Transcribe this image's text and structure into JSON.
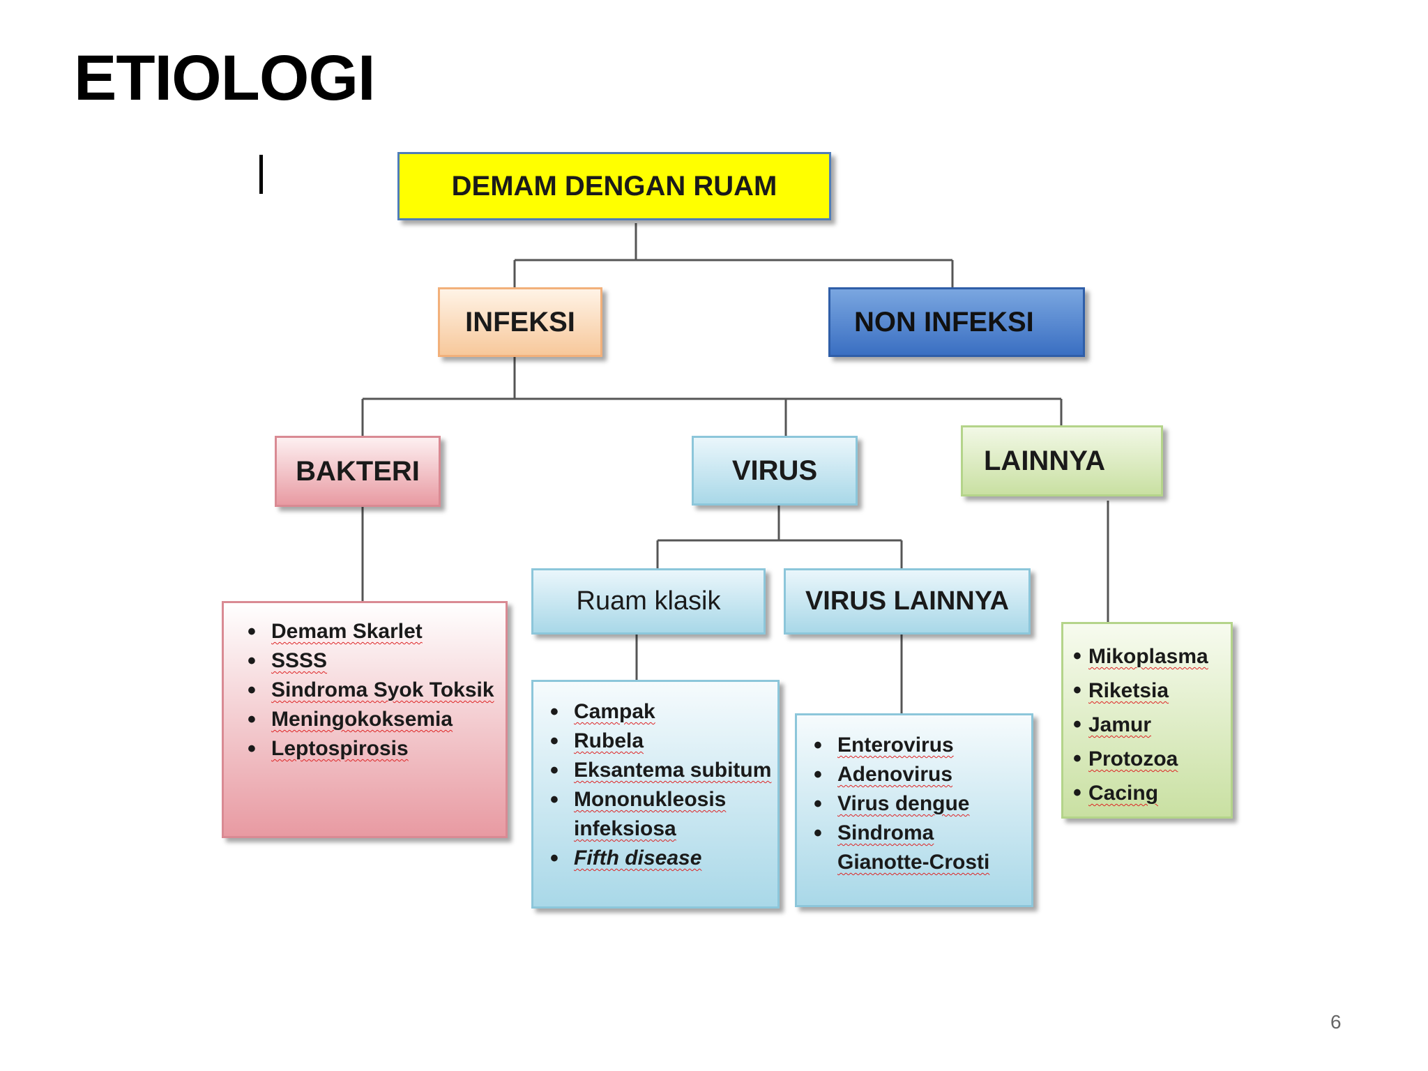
{
  "slide": {
    "title": "ETIOLOGI",
    "page_number": "6"
  },
  "diagram": {
    "root": "DEMAM DENGAN RUAM",
    "level1": {
      "infeksi": "INFEKSI",
      "non_infeksi": "NON INFEKSI"
    },
    "level2": {
      "bakteri": "BAKTERI",
      "virus": "VIRUS",
      "lainnya": "LAINNYA"
    },
    "virus_sub": {
      "ruam_klasik": "Ruam klasik",
      "virus_lainnya": "VIRUS LAINNYA"
    },
    "lists": {
      "bakteri": [
        "Demam Skarlet",
        "SSSS",
        "Sindroma Syok Toksik",
        "Meningokoksemia",
        "Leptospirosis"
      ],
      "ruam_klasik": [
        "Campak",
        "Rubela",
        "Eksantema subitum",
        "Mononukleosis infeksiosa",
        "Fifth disease"
      ],
      "virus_lainnya": [
        "Enterovirus",
        "Adenovirus",
        "Virus dengue",
        "Sindroma Gianotte-Crosti"
      ],
      "lainnya": [
        "Mikoplasma",
        "Riketsia",
        "Jamur",
        "Protozoa",
        "Cacing"
      ]
    }
  }
}
